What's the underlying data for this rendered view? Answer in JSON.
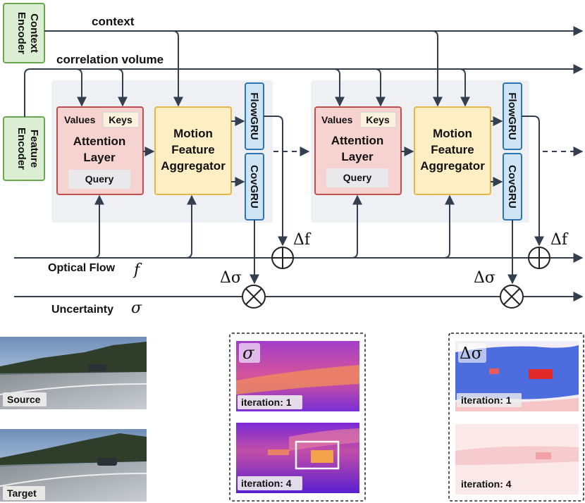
{
  "diagram": {
    "encoders": {
      "context": "Context\nEncoder",
      "feature": "Feature\nEncoder"
    },
    "line_labels": {
      "context": "context",
      "correlation": "correlation volume",
      "optical_flow": "Optical Flow",
      "uncertainty": "Uncertainty"
    },
    "symbols": {
      "f": "f",
      "sigma": "σ",
      "delta_f": "Δf",
      "delta_sigma": "Δσ"
    },
    "attention": {
      "values": "Values",
      "keys": "Keys",
      "title": "Attention\nLayer",
      "query": "Query"
    },
    "aggregator": {
      "title": "Motion\nFeature\nAggregator"
    },
    "gru": {
      "flow": "FlowGRU",
      "cov": "CovGRU"
    },
    "images": {
      "source": "Source",
      "target": "Target"
    },
    "sigma_panel": {
      "symbol": "σ",
      "iter1": "iteration: 1",
      "iter4": "iteration: 4"
    },
    "delta_panel": {
      "symbol": "Δσ",
      "iter1": "iteration: 1",
      "iter4": "iteration: 4"
    }
  },
  "colors": {
    "encoder_fill": "#dcefd4",
    "encoder_stroke": "#6aa84f",
    "attention_fill": "#f6d3d1",
    "attention_stroke": "#c0504d",
    "aggregator_fill": "#fdefc3",
    "aggregator_stroke": "#e6b84a",
    "gru_fill": "#cfe5f5",
    "gru_stroke": "#2e75b6",
    "stage_bg": "#eef0f3",
    "line": "#333f4f"
  }
}
